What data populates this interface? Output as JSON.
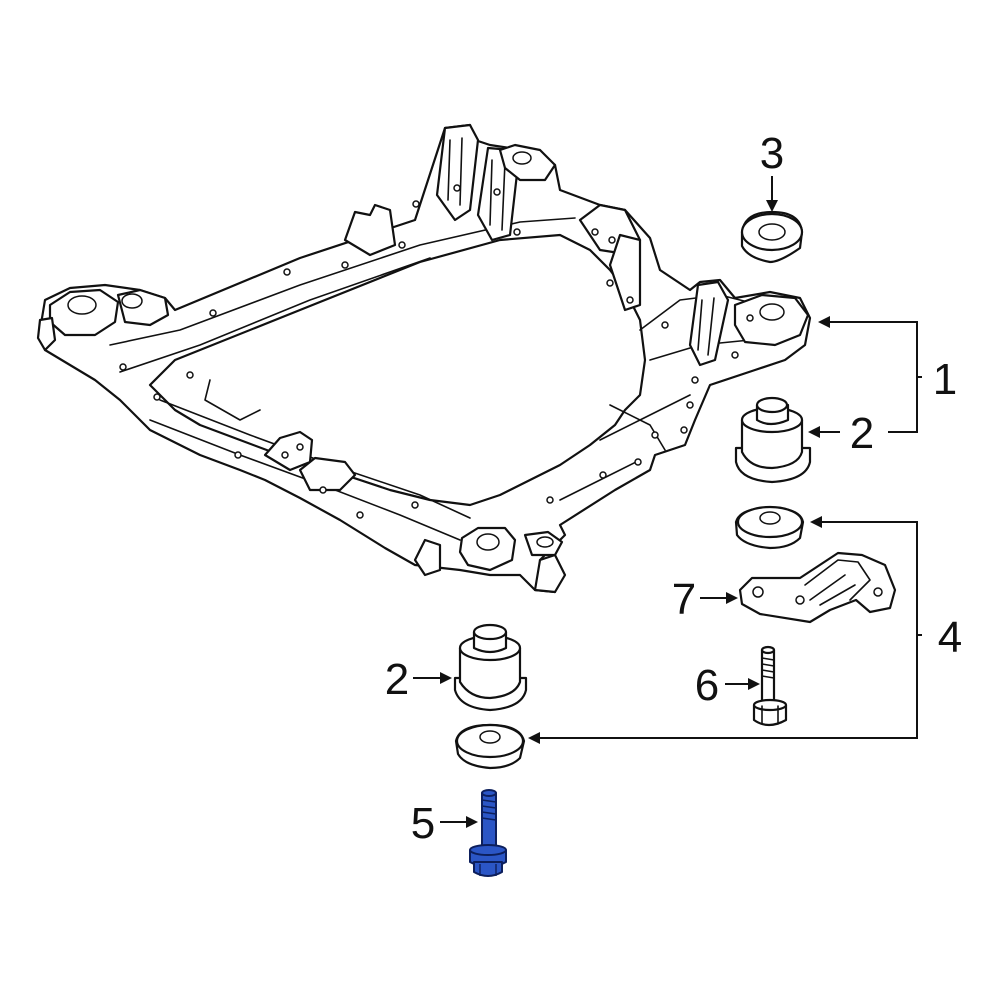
{
  "callouts": {
    "c1": "1",
    "c2_right": "2",
    "c2_left": "2",
    "c3": "3",
    "c4": "4",
    "c5": "5",
    "c6": "6",
    "c7": "7"
  },
  "colors": {
    "highlight": "#2b56c6",
    "line": "#111111",
    "background": "#ffffff"
  },
  "highlighted_part": "5"
}
